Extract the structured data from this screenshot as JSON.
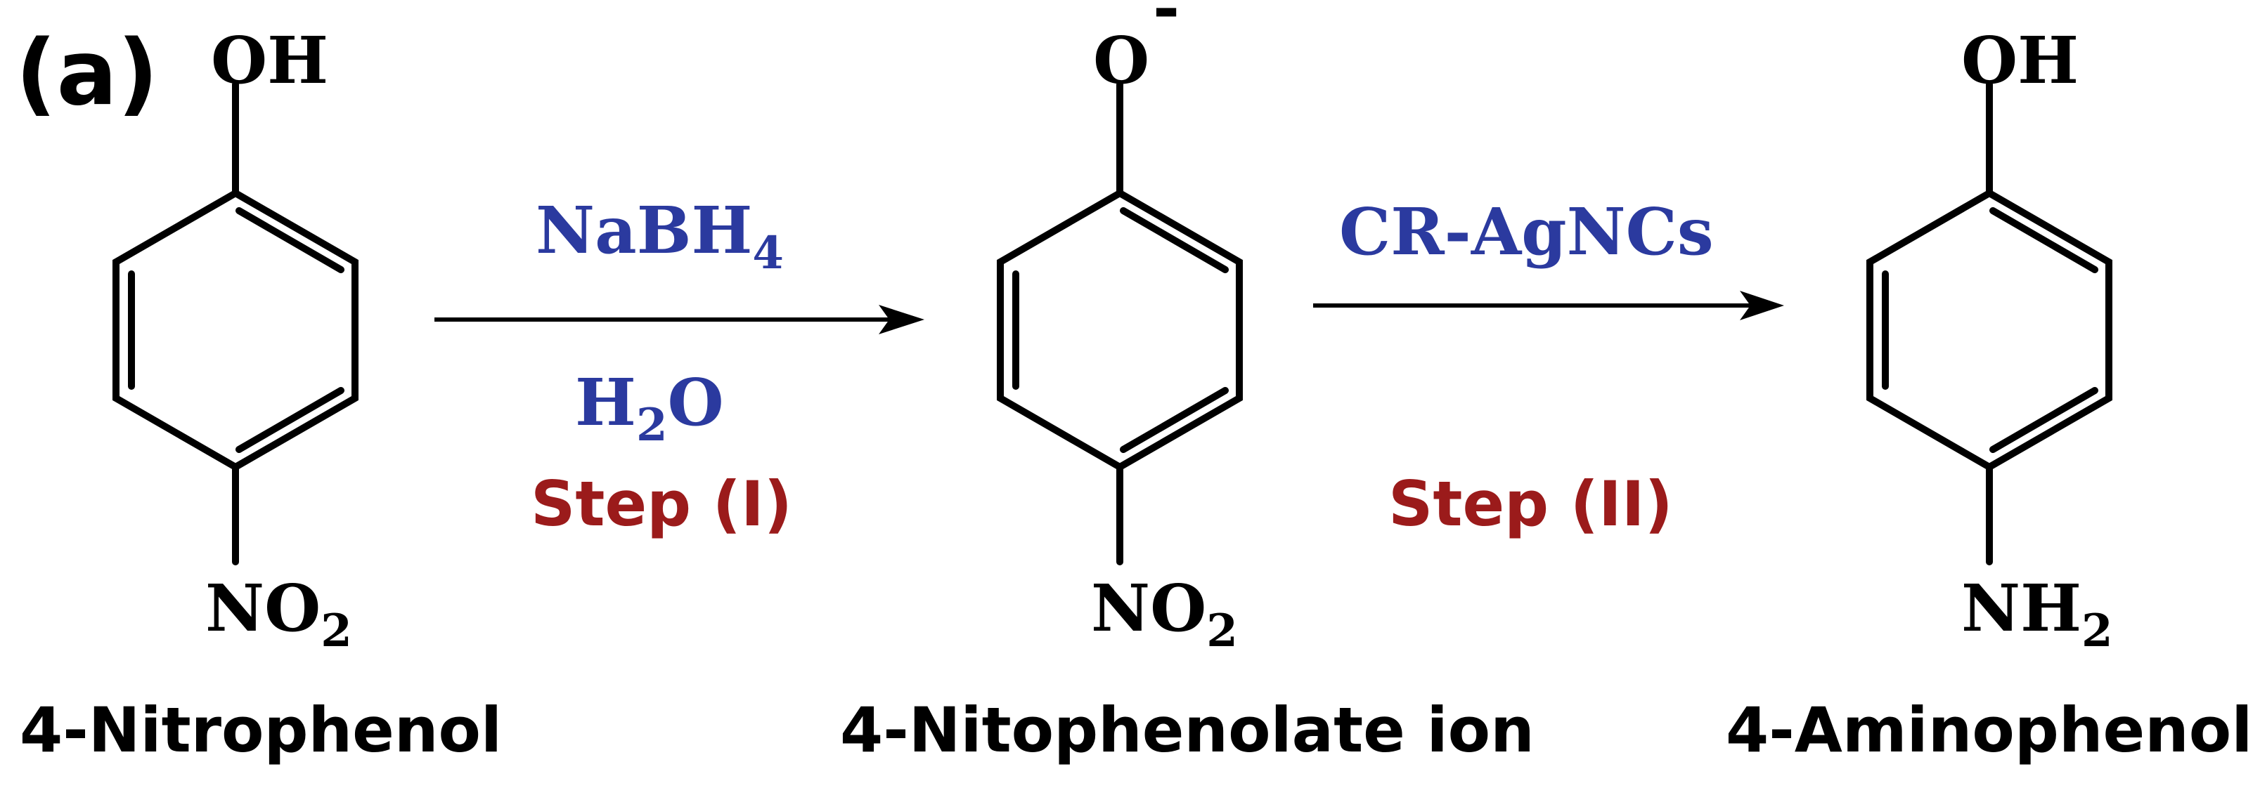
{
  "panel_label": "(a)",
  "colors": {
    "reagent": "#2b3a9f",
    "step": "#9b1b1b",
    "text": "#000000"
  },
  "molecule_1": {
    "top_group": "OH",
    "bottom_group": "NO",
    "bottom_sub": "2",
    "name": "4-Nitrophenol"
  },
  "molecule_2": {
    "top_group": "O",
    "charge": "-",
    "bottom_group": "NO",
    "bottom_sub": "2",
    "name": "4-Nitophenolate ion"
  },
  "molecule_3": {
    "top_group": "OH",
    "bottom_group": "NH",
    "bottom_sub": "2",
    "name": "4-Aminophenol"
  },
  "arrow_1": {
    "reagent_main": "NaBH",
    "reagent_sub": "4",
    "solvent_a": "H",
    "solvent_sub": "2",
    "solvent_b": "O",
    "step": "Step (I)"
  },
  "arrow_2": {
    "reagent": "CR-AgNCs",
    "step": "Step (II)"
  }
}
